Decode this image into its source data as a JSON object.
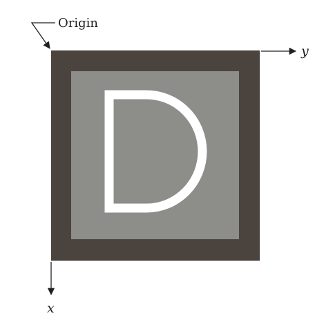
{
  "labels": {
    "origin": "Origin",
    "y_axis": "y",
    "x_axis": "x"
  },
  "colors": {
    "outer_frame": "#4a433e",
    "inner_square": "#8d8d89",
    "letter": "#ffffff",
    "ink": "#231f20"
  }
}
